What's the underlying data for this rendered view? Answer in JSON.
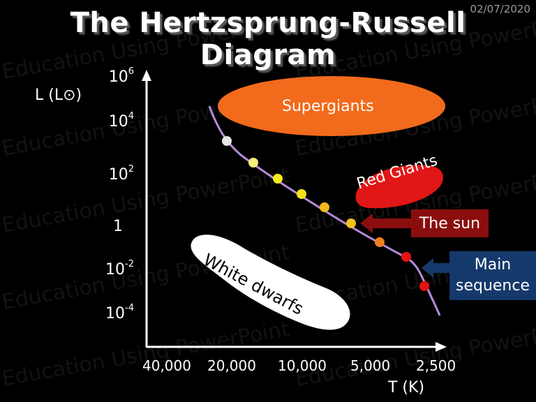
{
  "header": {
    "date": "02/07/2020",
    "title": "The Hertzsprung-Russell Diagram"
  },
  "watermark_text": "Education Using PowerPoint",
  "axes": {
    "y_label": "L (L⊙)",
    "x_label": "T (K)",
    "y_ticks": [
      {
        "base": "10",
        "exp": "6"
      },
      {
        "base": "10",
        "exp": "4"
      },
      {
        "base": "10",
        "exp": "2"
      },
      {
        "base": "1",
        "exp": ""
      },
      {
        "base": "10",
        "exp": "-2"
      },
      {
        "base": "10",
        "exp": "-4"
      }
    ],
    "x_ticks": [
      "40,000",
      "20,000",
      "10,000",
      "5,000",
      "2,500"
    ]
  },
  "regions": {
    "supergiants": "Supergiants",
    "red_giants": "Red Giants",
    "white_dwarfs": "White dwarfs"
  },
  "callouts": {
    "sun": "The sun",
    "main_sequence_line1": "Main",
    "main_sequence_line2": "sequence"
  },
  "colors": {
    "supergiants": "#f26a1b",
    "red_giants": "#e11616",
    "white_dwarfs": "#ffffff",
    "main_sequence_curve": "#b58ad6",
    "sun_box": "#8b0e0e",
    "main_sequence_box": "#16396b",
    "star_colors": [
      "#e6e6e6",
      "#f5f07a",
      "#f7ec1a",
      "#f3e21a",
      "#f1b81c",
      "#f0c21a",
      "#ee7f1c",
      "#e51212",
      "#e51212"
    ]
  }
}
